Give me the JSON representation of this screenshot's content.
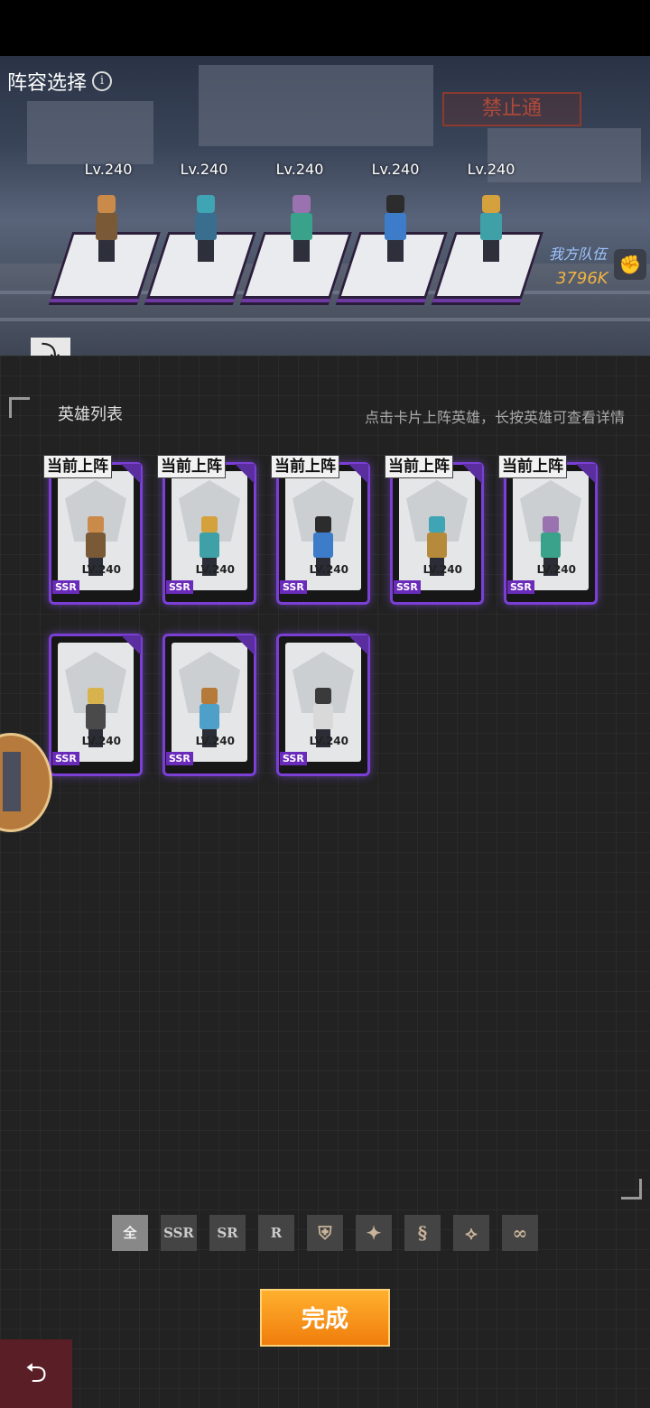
{
  "header": {
    "title": "阵容选择",
    "banner": "禁止通"
  },
  "lineup": [
    {
      "level": "Lv.240",
      "colors": {
        "head": "#c98a4a",
        "body": "#7a5a36"
      }
    },
    {
      "level": "Lv.240",
      "colors": {
        "head": "#3fa5b5",
        "body": "#3a6e8e"
      }
    },
    {
      "level": "Lv.240",
      "colors": {
        "head": "#9a72b0",
        "body": "#3aa28a"
      }
    },
    {
      "level": "Lv.240",
      "colors": {
        "head": "#2c2c2c",
        "body": "#3d7cc9"
      }
    },
    {
      "level": "Lv.240",
      "colors": {
        "head": "#d4a13c",
        "body": "#3fa0a8"
      }
    }
  ],
  "team": {
    "label": "我方队伍",
    "power": "3796K"
  },
  "list": {
    "title": "英雄列表",
    "hint": "点击卡片上阵英雄，长按英雄可查看详情"
  },
  "cards": [
    {
      "tag": "当前上阵",
      "rarity": "SSR",
      "level": "LV.240",
      "colors": {
        "head": "#c98a4a",
        "body": "#7a5a36"
      }
    },
    {
      "tag": "当前上阵",
      "rarity": "SSR",
      "level": "LV.240",
      "colors": {
        "head": "#d4a13c",
        "body": "#3fa0a8"
      }
    },
    {
      "tag": "当前上阵",
      "rarity": "SSR",
      "level": "LV.240",
      "colors": {
        "head": "#2c2c2c",
        "body": "#3d7cc9"
      }
    },
    {
      "tag": "当前上阵",
      "rarity": "SSR",
      "level": "LV.240",
      "colors": {
        "head": "#3fa5b5",
        "body": "#b58a3a"
      }
    },
    {
      "tag": "当前上阵",
      "rarity": "SSR",
      "level": "LV.240",
      "colors": {
        "head": "#9a72b0",
        "body": "#3aa28a"
      }
    },
    {
      "tag": "",
      "rarity": "SSR",
      "level": "LV.240",
      "colors": {
        "head": "#d8b24c",
        "body": "#4a4a4a"
      }
    },
    {
      "tag": "",
      "rarity": "SSR",
      "level": "LV.240",
      "colors": {
        "head": "#b57a3a",
        "body": "#4fa0c8"
      }
    },
    {
      "tag": "",
      "rarity": "SSR",
      "level": "LV.240",
      "colors": {
        "head": "#3a3a3a",
        "body": "#d9d9d9"
      }
    }
  ],
  "filters": [
    "全",
    "SSR",
    "SR",
    "R"
  ],
  "filter_icons": [
    "faction-1-icon",
    "faction-2-icon",
    "faction-3-icon",
    "faction-4-icon",
    "faction-5-icon"
  ],
  "done_label": "完成",
  "colors": {
    "accent": "#f59a1c",
    "card_frame": "#7b3fd6",
    "power": "#f3b341"
  }
}
